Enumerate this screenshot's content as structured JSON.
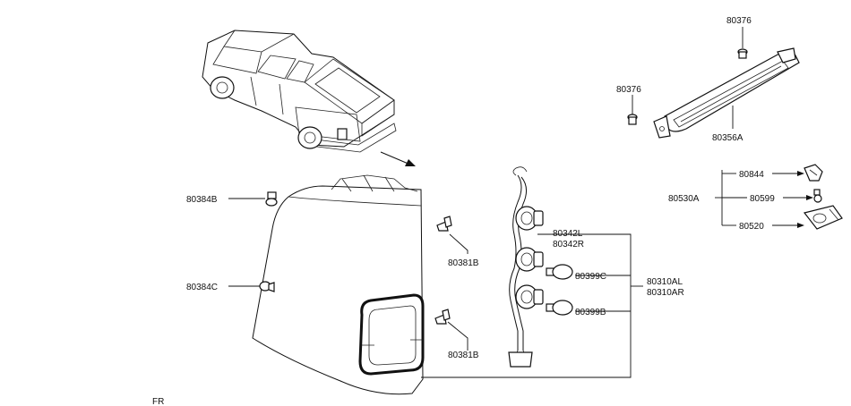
{
  "labels": {
    "clip_80376_top": "80376",
    "clip_80376_left": "80376",
    "high_mount_lamp": "80356A",
    "bolt_80384B": "80384B",
    "bolt_80384C": "80384C",
    "clip_80381B_upper": "80381B",
    "clip_80381B_lower": "80381B",
    "socket_80342L": "80342L",
    "socket_80342R": "80342R",
    "bulb_80399C": "80399C",
    "bulb_80399B": "80399B",
    "lamp_assy_80310AL": "80310AL",
    "lamp_assy_80310AR": "80310AR",
    "license_assy_80530A": "80530A",
    "part_80844": "80844",
    "part_80599": "80599",
    "part_80520": "80520",
    "front_marker": "FR"
  }
}
